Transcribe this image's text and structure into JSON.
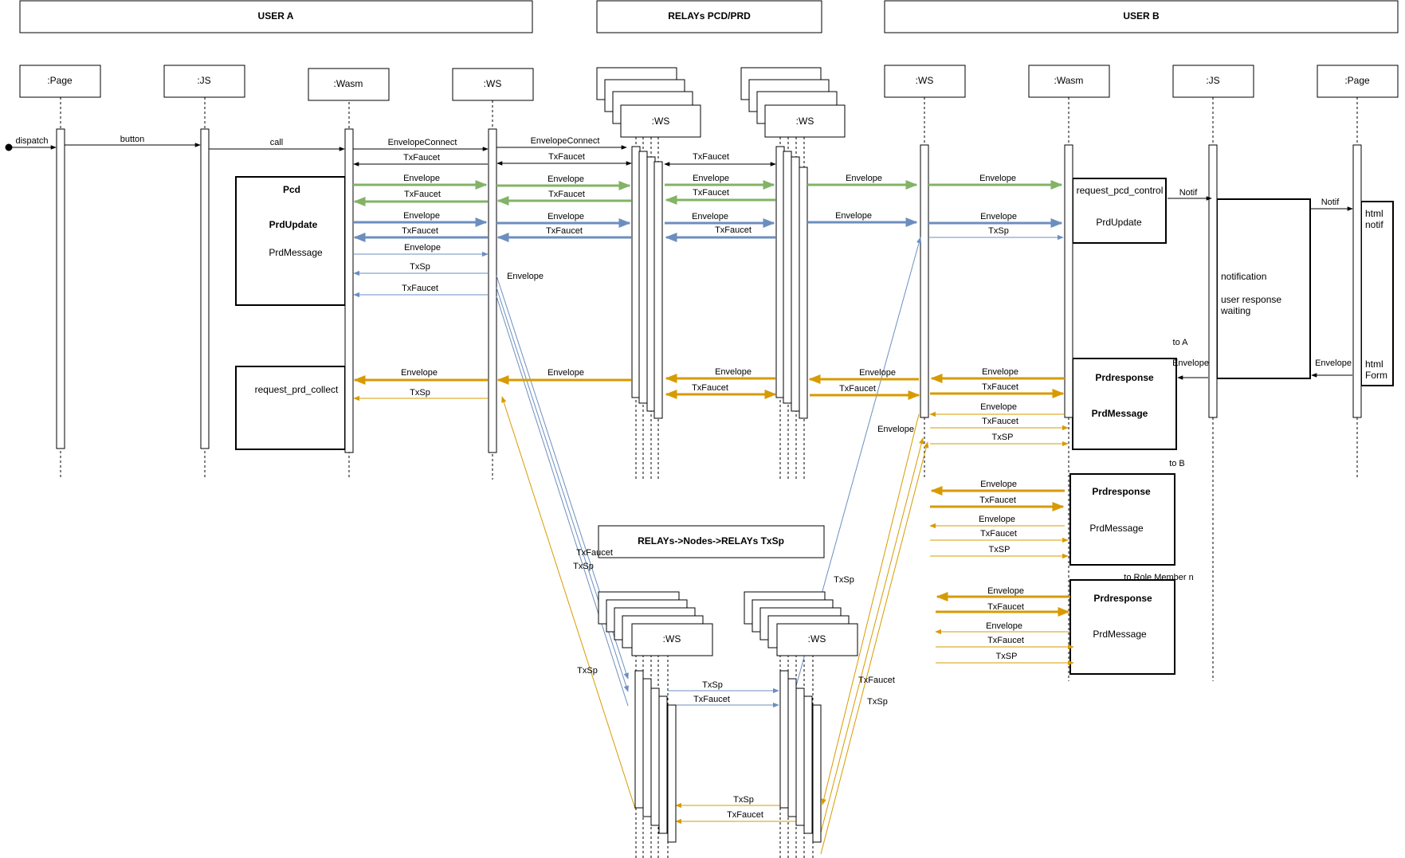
{
  "lanes": {
    "user_a": "USER A",
    "relays": "RELAYs PCD/PRD",
    "user_b": "USER B",
    "relays_nodes": "RELAYs->Nodes->RELAYs TxSp"
  },
  "participants": {
    "page": ":Page",
    "js": ":JS",
    "wasm": ":Wasm",
    "ws": ":WS"
  },
  "messages": {
    "dispatch": "dispatch",
    "button": "button",
    "call": "call",
    "envelope_connect": "EnvelopeConnect",
    "envelope": "Envelope",
    "tx_faucet": "TxFaucet",
    "tx_sp": "TxSp",
    "tx_sp_upper": "TxSP",
    "notif": "Notif"
  },
  "notes": {
    "pcd": "Pcd",
    "prd_update": "PrdUpdate",
    "prd_message": "PrdMessage",
    "request_prd_collect": "request_prd_collect",
    "request_pcd_control": "request_pcd_control",
    "notification": "notification",
    "user_response": "user response",
    "waiting": "waiting",
    "html": "html",
    "notif": "notif",
    "form": "Form",
    "prd_response": "Prdresponse",
    "to_a": "to A",
    "to_b": "to B",
    "to_role_member": "to Role Member n"
  },
  "colors": {
    "green": "#82b366",
    "blue": "#6c8ebf",
    "orange": "#d79b00",
    "black": "#000000"
  }
}
